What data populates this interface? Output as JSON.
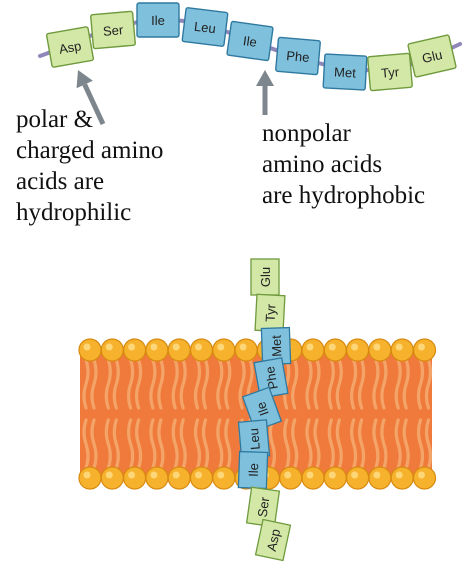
{
  "colors": {
    "polar_fill": "#d3e8a6",
    "polar_stroke": "#6f9a3d",
    "nonpolar_fill": "#7fc0dc",
    "nonpolar_stroke": "#2f79a0",
    "chain_line": "#8f86b9",
    "arrow": "#7d868c",
    "lipid_head": "#f6b22d",
    "lipid_head_edge": "#d88a10",
    "lipid_tail": "#f4a468",
    "membrane_core": "#f07a3c"
  },
  "top_chain": {
    "residues": [
      {
        "name": "Asp",
        "type": "polar"
      },
      {
        "name": "Ser",
        "type": "polar"
      },
      {
        "name": "Ile",
        "type": "nonpolar"
      },
      {
        "name": "Leu",
        "type": "nonpolar"
      },
      {
        "name": "Ile",
        "type": "nonpolar"
      },
      {
        "name": "Phe",
        "type": "nonpolar"
      },
      {
        "name": "Met",
        "type": "nonpolar"
      },
      {
        "name": "Tyr",
        "type": "polar"
      },
      {
        "name": "Glu",
        "type": "polar"
      }
    ]
  },
  "captions": {
    "polar": "polar &\ncharged amino\nacids are\nhydrophilic",
    "nonpolar": "nonpolar\namino acids\nare hydrophobic"
  },
  "membrane_chain": {
    "residues": [
      {
        "name": "Glu",
        "type": "polar"
      },
      {
        "name": "Tyr",
        "type": "polar"
      },
      {
        "name": "Met",
        "type": "nonpolar"
      },
      {
        "name": "Phe",
        "type": "nonpolar"
      },
      {
        "name": "Ile",
        "type": "nonpolar"
      },
      {
        "name": "Leu",
        "type": "nonpolar"
      },
      {
        "name": "Ile",
        "type": "nonpolar"
      },
      {
        "name": "Ser",
        "type": "polar"
      },
      {
        "name": "Asp",
        "type": "polar"
      }
    ]
  }
}
